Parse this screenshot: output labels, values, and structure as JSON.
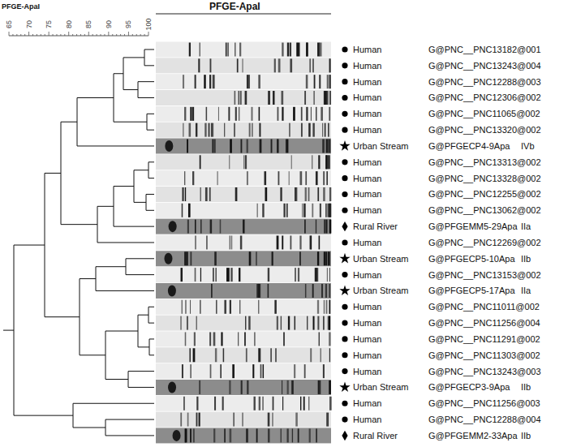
{
  "diagram": {
    "labels": [
      "PFGE-ApaI",
      "65",
      "70",
      "75",
      "80",
      "85",
      "90",
      "95",
      "100",
      "PFGE-ApaI",
      "Human",
      "G@PNC__PNC13182@001",
      "Human",
      "G@PNC__PNC13243@004",
      "Human",
      "G@PNC__PNC12288@003",
      "Human",
      "G@PNC__PNC12306@002",
      "Human",
      "G@PNC__PNC11065@002",
      "Human",
      "G@PNC__PNC13320@002",
      "Urban Stream",
      "G@PFGECP4-9Apa",
      "IVb",
      "Human",
      "G@PNC__PNC13313@002",
      "Human",
      "G@PNC__PNC13328@002",
      "Human",
      "G@PNC__PNC12255@002",
      "Human",
      "G@PNC__PNC13062@002",
      "Rural River",
      "G@PFGEMM5-29Apa",
      "IIa",
      "Human",
      "G@PNC__PNC12269@002",
      "Urban Stream",
      "G@PFGECP5-10Apa",
      "IIb",
      "Human",
      "G@PNC__PNC13153@002",
      "Urban Stream",
      "G@PFGECP5-17Apa",
      "IIa",
      "Human",
      "G@PNC__PNC11011@002",
      "Human",
      "G@PNC__PNC11256@004",
      "Human",
      "G@PNC__PNC11291@002",
      "Human",
      "G@PNC__PNC11303@002",
      "Human",
      "G@PNC__PNC13243@003",
      "Urban Stream",
      "G@PFGECP3-9Apa",
      "IIb",
      "Human",
      "G@PNC__PNC11256@003",
      "Human",
      "G@PNC__PNC12288@004",
      "Rural River",
      "G@PFGEMM2-33Apa",
      "IIb"
    ]
  }
}
